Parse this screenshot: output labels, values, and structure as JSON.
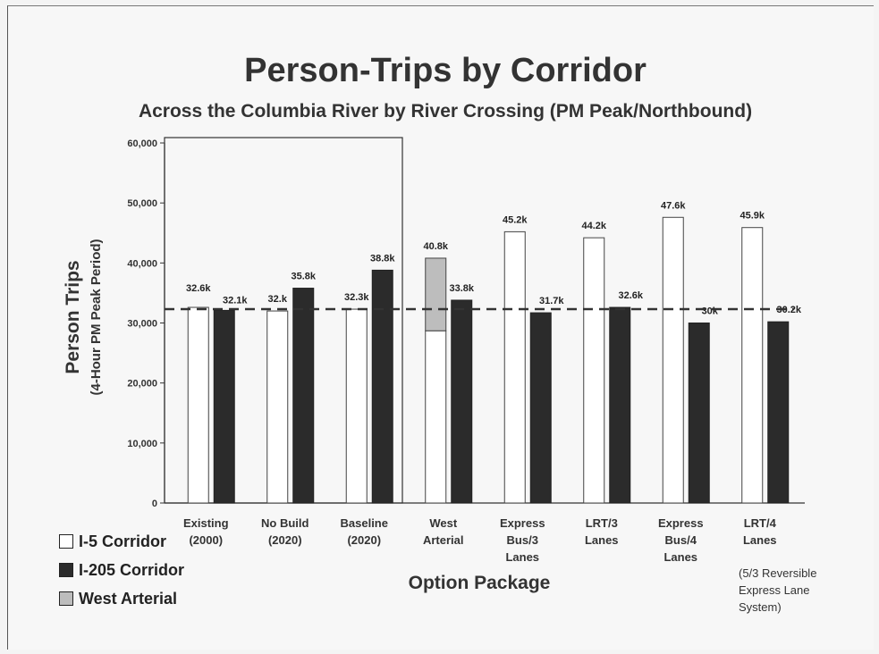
{
  "chart_data": {
    "type": "bar",
    "title": "Person-Trips by Corridor",
    "subtitle": "Across the Columbia River by River Crossing (PM Peak/Northbound)",
    "ylabel": "Person Trips",
    "ylabel_sub": "(4-Hour PM Peak Period)",
    "xlabel": "Option Package",
    "ylim": [
      0,
      60000
    ],
    "yticks": [
      0,
      10000,
      20000,
      30000,
      40000,
      50000,
      60000
    ],
    "ytick_labels": [
      "0",
      "10,000",
      "20,000",
      "30,000",
      "40,000",
      "50,000",
      "60,000"
    ],
    "categories": [
      [
        "Existing",
        "(2000)"
      ],
      [
        "No Build",
        "(2020)"
      ],
      [
        "Baseline",
        "(2020)"
      ],
      [
        "West",
        "Arterial"
      ],
      [
        "Express",
        "Bus/3",
        "Lanes"
      ],
      [
        "LRT/3",
        "Lanes"
      ],
      [
        "Express",
        "Bus/4",
        "Lanes"
      ],
      [
        "LRT/4",
        "Lanes"
      ]
    ],
    "series": [
      {
        "name": "I-5 Corridor",
        "color": "#ffffff",
        "values": [
          32600,
          32000,
          32300,
          28700,
          45200,
          44200,
          47600,
          45900
        ],
        "labels": [
          "32.6k",
          "32.k",
          "32.3k",
          null,
          "45.2k",
          "44.2k",
          "47.6k",
          "45.9k"
        ]
      },
      {
        "name": "West Arterial",
        "color": "#bdbdbd",
        "values": [
          null,
          null,
          null,
          12100,
          null,
          null,
          null,
          null
        ],
        "labels": [
          null,
          null,
          null,
          "40.8k",
          null,
          null,
          null,
          null
        ]
      },
      {
        "name": "I-205 Corridor",
        "color": "#2b2b2b",
        "values": [
          32100,
          35800,
          38800,
          33800,
          31700,
          32600,
          30000,
          30200
        ],
        "labels": [
          "32.1k",
          "35.8k",
          "38.8k",
          "33.8k",
          "31.7k",
          "32.6k",
          "30k",
          "30.2k"
        ]
      }
    ],
    "reference_line": 32300,
    "legend": [
      {
        "label": "I-5 Corridor",
        "color": "#ffffff"
      },
      {
        "label": "I-205 Corridor",
        "color": "#2b2b2b"
      },
      {
        "label": "West Arterial",
        "color": "#bdbdbd"
      }
    ],
    "legend_position": "bottom-left",
    "note": "(5/3 Reversible Express Lane System)"
  }
}
